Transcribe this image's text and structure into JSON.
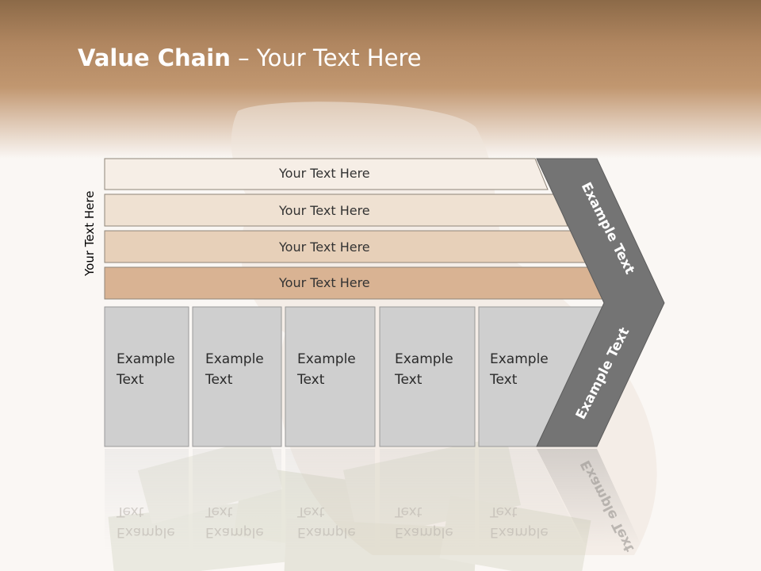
{
  "title": {
    "bold": "Value Chain",
    "rest": " – Your Text Here"
  },
  "side_label": "Your Text Here",
  "rows": [
    {
      "label": "Your Text Here",
      "color": "#f6eee6"
    },
    {
      "label": "Your Text Here",
      "color": "#efe1d2"
    },
    {
      "label": "Your Text Here",
      "color": "#e7d0b9"
    },
    {
      "label": "Your Text Here",
      "color": "#d9b393"
    }
  ],
  "columns": [
    {
      "line1": "Example",
      "line2": "Text"
    },
    {
      "line1": "Example",
      "line2": "Text"
    },
    {
      "line1": "Example",
      "line2": "Text"
    },
    {
      "line1": "Example",
      "line2": "Text"
    },
    {
      "line1": "Example",
      "line2": "Text"
    }
  ],
  "chevron": {
    "top_label": "Example Text",
    "bottom_label": "Example Text"
  },
  "colors": {
    "header": "#b08660",
    "column": "#cfcfcf",
    "chevron": "#747474",
    "title_text": "#ffffff"
  }
}
